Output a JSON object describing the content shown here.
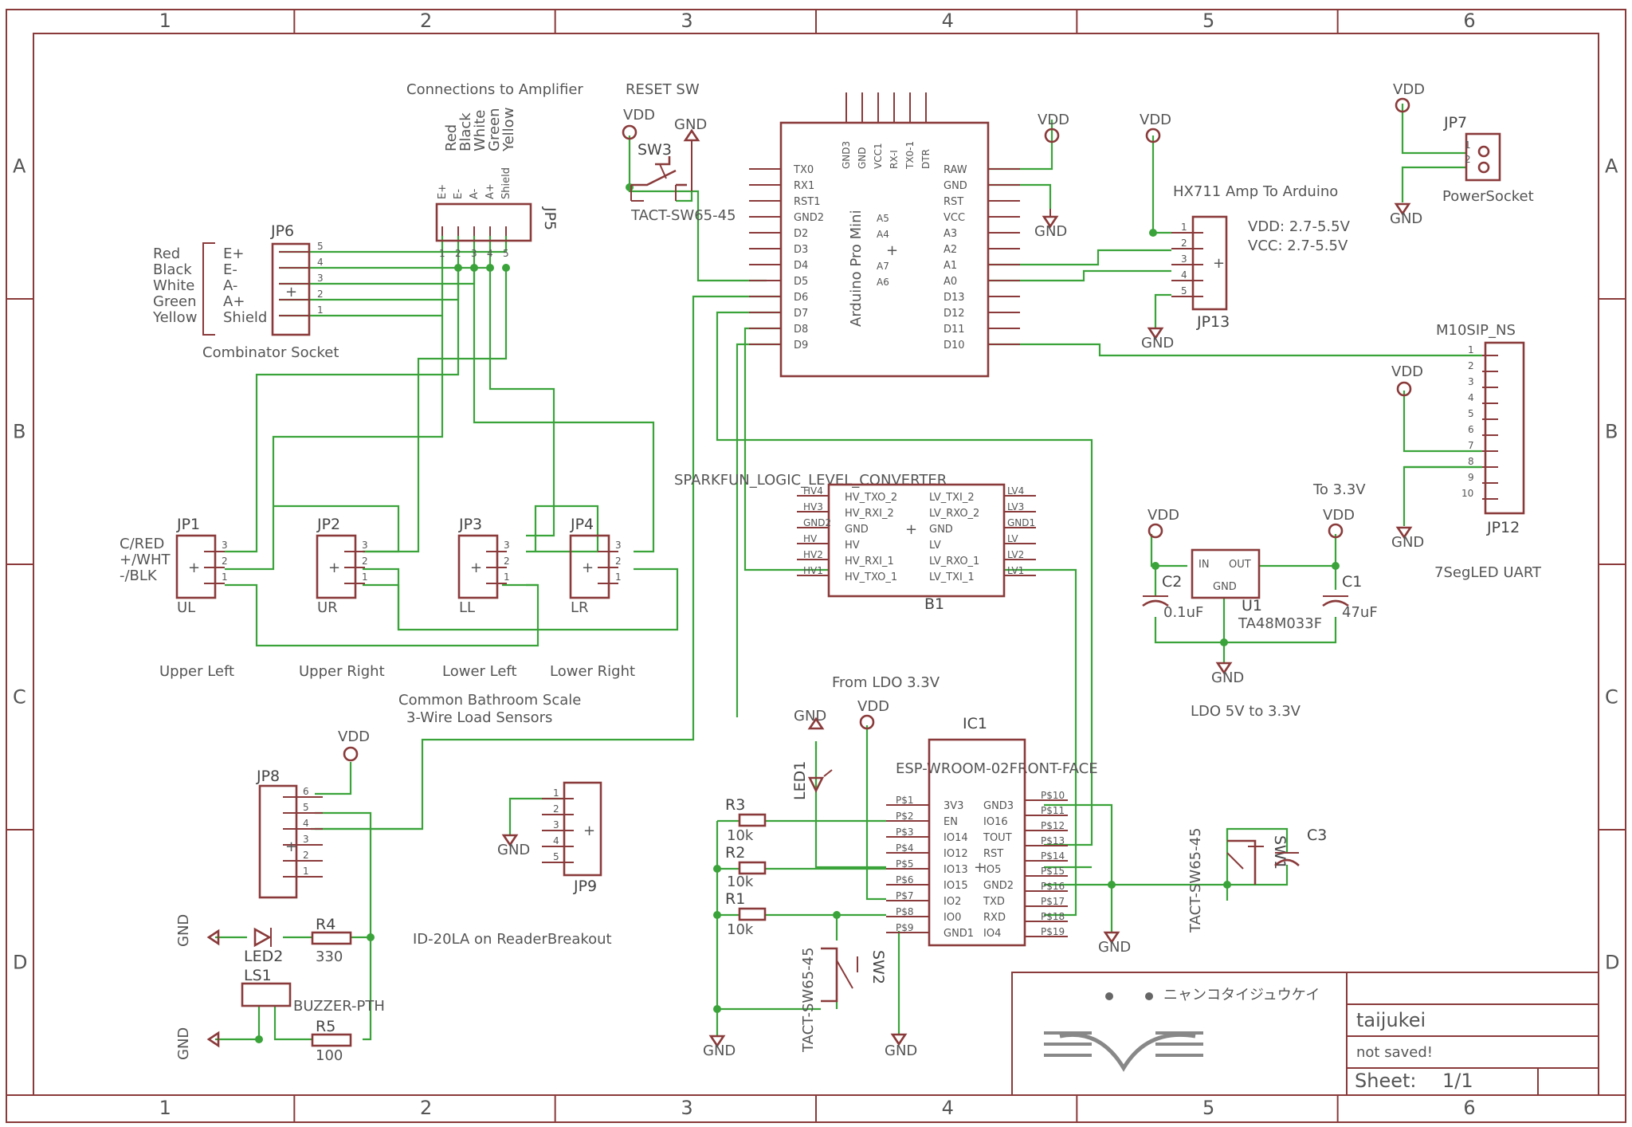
{
  "colors": {
    "symbol": "#8a3a3a",
    "wire": "#3aa33a",
    "text": "#555555",
    "background": "#ffffff"
  },
  "frame": {
    "columns": [
      "1",
      "2",
      "3",
      "4",
      "5",
      "6"
    ],
    "rows": [
      "A",
      "B",
      "C",
      "D"
    ]
  },
  "title_block": {
    "brand": "ニャンコタイジュウケイ",
    "name": "taijukei",
    "status": "not saved!",
    "sheet_label": "Sheet:",
    "sheet_value": "1/1",
    "logo_icon": "cat-face-logo"
  },
  "labels": {
    "connections_amp": "Connections to Amplifier",
    "reset_sw": "RESET SW",
    "hx711": "HX711 Amp To Arduino",
    "vdd_range": "VDD: 2.7-5.5V",
    "vcc_range": "VCC: 2.7-5.5V",
    "combinator": "Combinator Socket",
    "upper_left": "Upper Left",
    "upper_right": "Upper Right",
    "lower_left": "Lower Left",
    "lower_right": "Lower Right",
    "scale_1": "Common Bathroom Scale",
    "scale_2": "3-Wire Load Sensors",
    "from_ldo": "From LDO 3.3V",
    "ldo": "LDO 5V to 3.3V",
    "to_33": "To 3.3V",
    "segled": "7SegLED UART",
    "id20la": "ID-20LA on ReaderBreakout",
    "power_socket": "PowerSocket",
    "m10sip": "M10SIP_NS",
    "logic_conv": "SPARKFUN_LOGIC_LEVEL_CONVERTER"
  },
  "colors_list": [
    "Red",
    "Black",
    "White",
    "Green",
    "Yellow"
  ],
  "jp6_pins": [
    "E+",
    "E-",
    "A-",
    "A+",
    "Shield"
  ],
  "jp5_pins": [
    "E+",
    "E-",
    "A-",
    "A+",
    "Shield"
  ],
  "jp1_wires": [
    "C/RED",
    "+/WHT",
    "-/BLK"
  ],
  "parts": {
    "arduino": {
      "ref": "Arduino Pro Mini",
      "left": [
        "TX0",
        "RX1",
        "RST1",
        "GND2",
        "D2",
        "D3",
        "D4",
        "D5",
        "D6",
        "D7",
        "D8",
        "D9"
      ],
      "right": [
        "RAW",
        "GND",
        "RST",
        "VCC",
        "A3",
        "A2",
        "A1",
        "A0",
        "D13",
        "D12",
        "D11",
        "D10"
      ],
      "top": [
        "GND3",
        "GND",
        "VCC1",
        "RX-I",
        "TX0-1",
        "DTR"
      ],
      "inner": [
        "A5",
        "A4",
        "A7",
        "A6"
      ]
    },
    "llc": {
      "ref": "B1",
      "left_outer": [
        "HV4",
        "HV3",
        "GND2",
        "HV",
        "HV2",
        "HV1"
      ],
      "left_inner": [
        "HV_TXO_2",
        "HV_RXI_2",
        "GND",
        "HV",
        "HV_RXI_1",
        "HV_TXO_1"
      ],
      "right_inner": [
        "LV_TXI_2",
        "LV_RXO_2",
        "GND",
        "LV",
        "LV_RXO_1",
        "LV_TXI_1"
      ],
      "right_outer": [
        "LV4",
        "LV3",
        "GND1",
        "LV",
        "LV2",
        "LV1"
      ]
    },
    "esp": {
      "ref": "IC1",
      "name": "ESP-WROOM-02FRONT-FACE",
      "left_outer": [
        "P$1",
        "P$2",
        "P$3",
        "P$4",
        "P$5",
        "P$6",
        "P$7",
        "P$8",
        "P$9"
      ],
      "left_inner": [
        "3V3",
        "EN",
        "IO14",
        "IO12",
        "IO13",
        "IO15",
        "IO2",
        "IO0",
        "GND1"
      ],
      "right_inner": [
        "GND3",
        "IO16",
        "TOUT",
        "RST",
        "IO5",
        "GND2",
        "TXD",
        "RXD",
        "IO4"
      ],
      "right_outer": [
        "P$10",
        "P$11",
        "P$12",
        "P$13",
        "P$14",
        "P$15",
        "P$16",
        "P$17",
        "P$18",
        "P$19"
      ]
    },
    "reg": {
      "ref": "U1",
      "name": "TA48M033F",
      "in": "IN",
      "out": "OUT",
      "gnd": "GND"
    },
    "c1": {
      "ref": "C1",
      "val": "47uF"
    },
    "c2": {
      "ref": "C2",
      "val": "0.1uF"
    },
    "c3": {
      "ref": "C3"
    },
    "r1": {
      "ref": "R1",
      "val": "10k"
    },
    "r2": {
      "ref": "R2",
      "val": "10k"
    },
    "r3": {
      "ref": "R3",
      "val": "10k"
    },
    "r4": {
      "ref": "R4",
      "val": "330"
    },
    "r5": {
      "ref": "R5",
      "val": "100"
    },
    "led1": {
      "ref": "LED1"
    },
    "led2": {
      "ref": "LED2"
    },
    "ls1": {
      "ref": "LS1",
      "val": "BUZZER-PTH"
    },
    "sw1": {
      "ref": "SW1",
      "val": "TACT-SW65-45"
    },
    "sw2": {
      "ref": "SW2",
      "val": "TACT-SW65-45"
    },
    "sw3": {
      "ref": "SW3",
      "val": "TACT-SW65-45"
    },
    "jp1": {
      "ref": "JP1",
      "name": "UL"
    },
    "jp2": {
      "ref": "JP2",
      "name": "UR"
    },
    "jp3": {
      "ref": "JP3",
      "name": "LL"
    },
    "jp4": {
      "ref": "JP4",
      "name": "LR"
    },
    "jp5": {
      "ref": "JP5"
    },
    "jp6": {
      "ref": "JP6"
    },
    "jp7": {
      "ref": "JP7"
    },
    "jp8": {
      "ref": "JP8"
    },
    "jp9": {
      "ref": "JP9"
    },
    "jp12": {
      "ref": "JP12"
    },
    "jp13": {
      "ref": "JP13"
    }
  },
  "supplies": {
    "vdd": "VDD",
    "gnd": "GND"
  }
}
